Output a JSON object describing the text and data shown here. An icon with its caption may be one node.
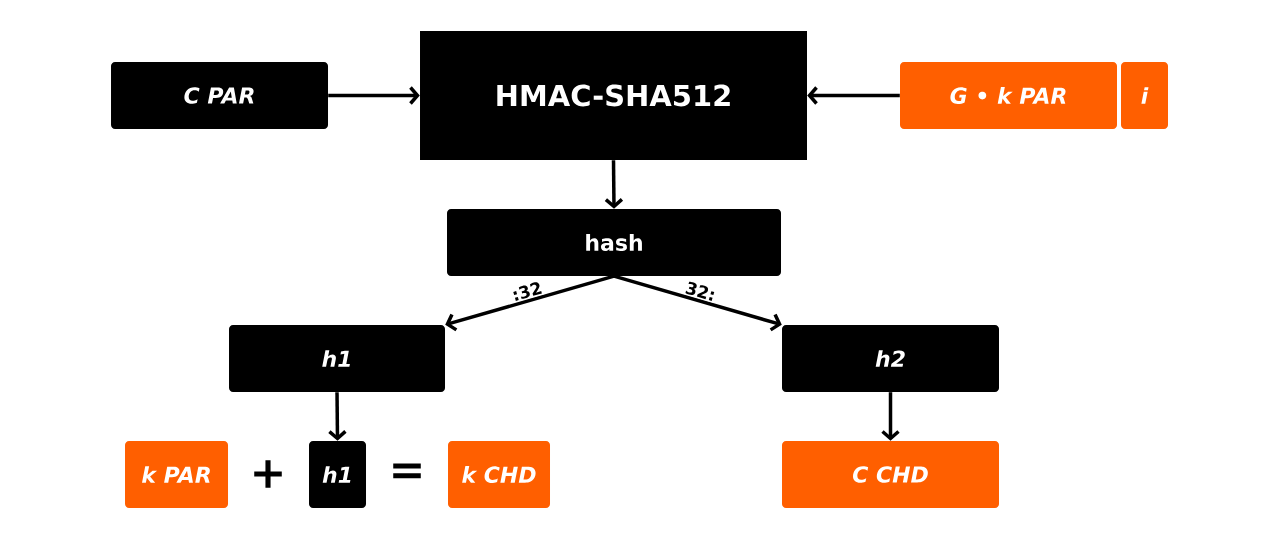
{
  "diagram": {
    "nodes": [
      {
        "text": [
          "C PAR"
        ]
      },
      {
        "text": [
          "HMAC-SHA512"
        ]
      },
      {
        "text": [
          "G • k PAR"
        ]
      },
      {
        "text": [
          "i"
        ]
      },
      {
        "text": [
          "hash"
        ]
      },
      {
        "text": [
          "h1"
        ]
      },
      {
        "text": [
          "h2"
        ]
      },
      {
        "text": [
          "k PAR"
        ]
      },
      {
        "text": [
          "h1"
        ]
      },
      {
        "text": [
          "k CHD"
        ]
      },
      {
        "text": [
          "C CHD"
        ]
      }
    ],
    "edges": [
      {
        "from": 0,
        "to": 1,
        "arrow": "to"
      },
      {
        "from": 2,
        "to": 1,
        "arrow": "to"
      },
      {
        "from": 1,
        "to": 4,
        "arrow": "to"
      },
      {
        "from": 4,
        "to": 5,
        "arrow": "to",
        "label": ":32"
      },
      {
        "from": 4,
        "to": 6,
        "arrow": "to",
        "label": "32:"
      },
      {
        "from": 5,
        "to": 8,
        "arrow": "to"
      },
      {
        "from": 6,
        "to": 10,
        "arrow": "to"
      }
    ],
    "labels": [
      "+",
      "="
    ]
  }
}
